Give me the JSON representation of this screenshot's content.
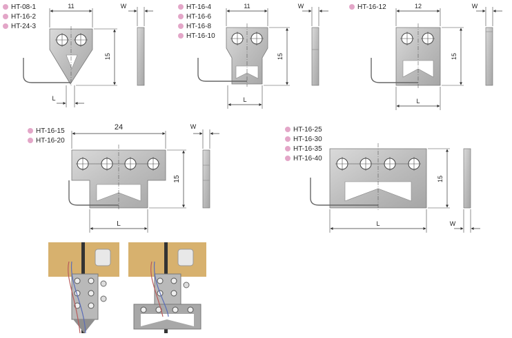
{
  "groups": [
    {
      "labels": [
        "HT-08-1",
        "HT-16-2",
        "HT-24-3"
      ],
      "dims": {
        "width": "11",
        "height": "15",
        "length": "L",
        "thickness": "W"
      }
    },
    {
      "labels": [
        "HT-16-4",
        "HT-16-6",
        "HT-16-8",
        "HT-16-10"
      ],
      "dims": {
        "width": "11",
        "height": "15",
        "length": "L",
        "thickness": "W"
      }
    },
    {
      "labels": [
        "HT-16-12"
      ],
      "dims": {
        "width": "12",
        "height": "15",
        "length": "L",
        "thickness": "W"
      }
    },
    {
      "labels": [
        "HT-16-15",
        "HT-16-20"
      ],
      "dims": {
        "width": "24",
        "height": "15",
        "length": "L",
        "thickness": "W"
      }
    },
    {
      "labels": [
        "HT-16-25",
        "HT-16-30",
        "HT-16-35",
        "HT-16-40"
      ],
      "dims": {
        "width": "",
        "height": "15",
        "length": "L",
        "thickness": "W"
      }
    }
  ],
  "colors": {
    "label_bullet": "#e3a6c8",
    "metal": "#c4c4c4",
    "metal_dark": "#8e8e8e",
    "wood": "#cfa660"
  }
}
